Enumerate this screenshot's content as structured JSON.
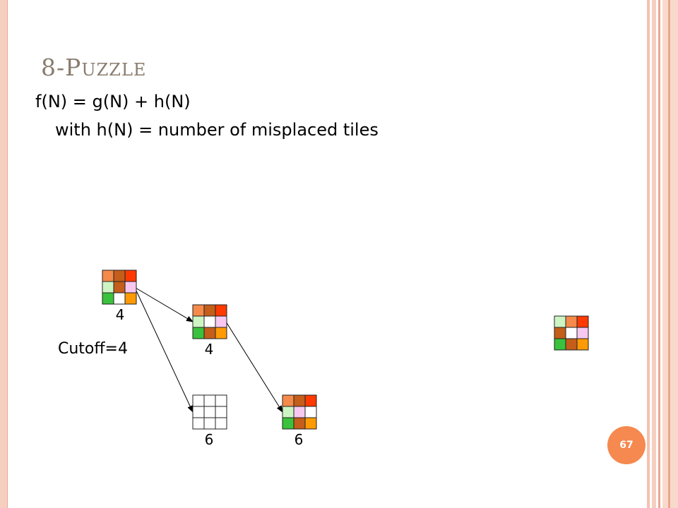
{
  "slide": {
    "title_first": "8-P",
    "title_rest": "UZZLE",
    "formula": "f(N) = g(N) + h(N)",
    "subformula": "with h(N) = number of misplaced tiles",
    "cutoff_label": "Cutoff=4",
    "page_number": "67"
  },
  "colors": {
    "light_orange": "#f58a4a",
    "brown": "#c45e1a",
    "red": "#ff3a00",
    "light_green": "#cdf5c4",
    "pink": "#f7c8f0",
    "green": "#3ac23c",
    "orange": "#ff9a05",
    "empty": "#ffffff",
    "border_accent": "#f7cfc0"
  },
  "nodes": [
    {
      "id": "root",
      "f": "4",
      "tiles": [
        "light_orange",
        "brown",
        "red",
        "light_green",
        "brown",
        "pink",
        "green",
        "empty",
        "orange"
      ]
    },
    {
      "id": "child-a",
      "f": "4",
      "tiles": [
        "light_orange",
        "brown",
        "red",
        "light_green",
        "empty",
        "pink",
        "green",
        "brown",
        "orange"
      ]
    },
    {
      "id": "child-b",
      "f": "6",
      "tiles": [
        "empty",
        "empty",
        "empty",
        "empty",
        "empty",
        "empty",
        "empty",
        "empty",
        "empty"
      ]
    },
    {
      "id": "grandchild",
      "f": "6",
      "tiles": [
        "light_orange",
        "brown",
        "red",
        "light_green",
        "pink",
        "empty",
        "green",
        "brown",
        "orange"
      ]
    },
    {
      "id": "goal",
      "f": "",
      "tiles": [
        "light_green",
        "light_orange",
        "red",
        "brown",
        "empty",
        "pink",
        "green",
        "brown",
        "orange"
      ]
    }
  ],
  "edges": [
    {
      "from": "root",
      "to": "child-a"
    },
    {
      "from": "root",
      "to": "child-b"
    },
    {
      "from": "child-a",
      "to": "grandchild"
    }
  ]
}
